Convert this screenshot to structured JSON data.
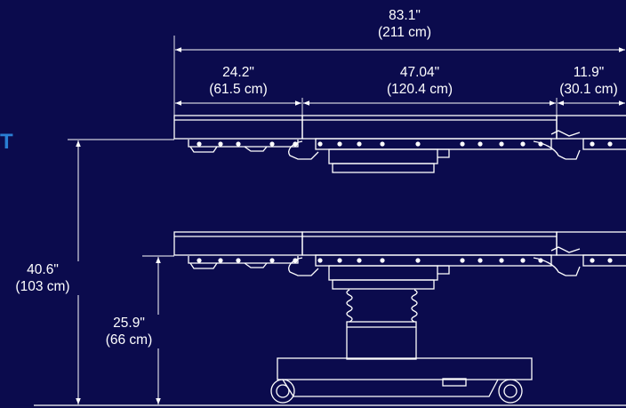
{
  "dimensions": {
    "overall_length": {
      "in": "83.1\"",
      "cm": "(211 cm)"
    },
    "head_section": {
      "in": "24.2\"",
      "cm": "(61.5 cm)"
    },
    "center_section": {
      "in": "47.04\"",
      "cm": "(120.4 cm)"
    },
    "foot_section": {
      "in": "11.9\"",
      "cm": "(30.1 cm)"
    },
    "max_height": {
      "in": "40.6\"",
      "cm": "(103 cm)"
    },
    "min_height": {
      "in": "25.9\"",
      "cm": "(66 cm)"
    }
  },
  "edge_mark": "T",
  "colors": {
    "background": "#0b0b4d",
    "line": "#ffffff",
    "accent": "#2a7fd4"
  }
}
